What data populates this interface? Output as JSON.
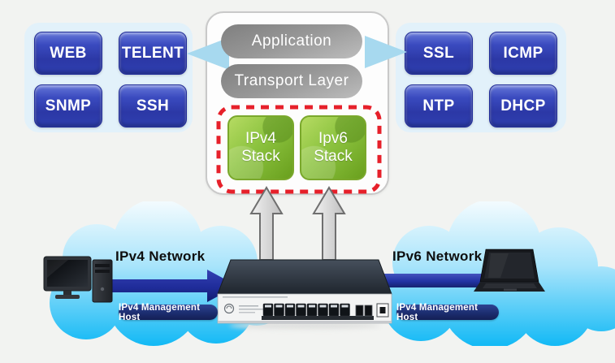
{
  "left_protocols": {
    "items": [
      {
        "label": "WEB"
      },
      {
        "label": "TELENT"
      },
      {
        "label": "SNMP"
      },
      {
        "label": "SSH"
      }
    ]
  },
  "right_protocols": {
    "items": [
      {
        "label": "SSL"
      },
      {
        "label": "ICMP"
      },
      {
        "label": "NTP"
      },
      {
        "label": "DHCP"
      }
    ]
  },
  "stack_panel": {
    "application_label": "Application",
    "transport_label": "Transport Layer",
    "ipv4_stack": {
      "line1": "IPv4",
      "line2": "Stack"
    },
    "ipv6_stack": {
      "line1": "Ipv6",
      "line2": "Stack"
    }
  },
  "left_network": {
    "title": "IPv4 Network",
    "host_label": "IPv4 Management Host"
  },
  "right_network": {
    "title": "IPv6 Network",
    "host_label": "IPv4 Management Host"
  },
  "colors": {
    "protocol_button_blue": "#2c38a6",
    "layer_pill_gray": "#989898",
    "stack_green": "#8cc33f",
    "dashed_red": "#e6202a",
    "cloud_cyan": "#14baf5",
    "flow_arrow_navy": "#1c2a96",
    "host_pill_navy": "#1b2c6d",
    "beam_blue": "#a7d9ef"
  }
}
